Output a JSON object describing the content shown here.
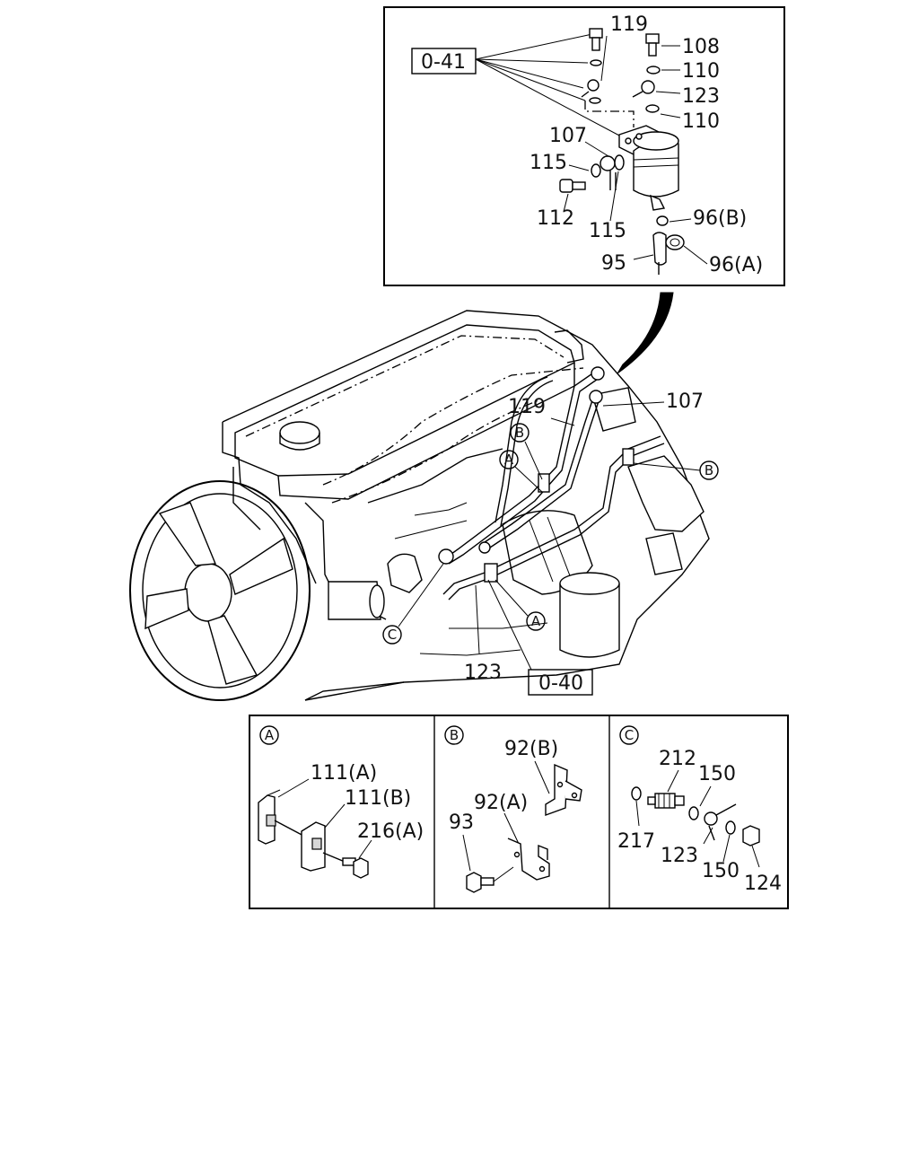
{
  "detail_top": {
    "ref_box": "0-41",
    "labels": {
      "p119": "119",
      "p108": "108",
      "p110a": "110",
      "p123": "123",
      "p110b": "110",
      "p107": "107",
      "p115a": "115",
      "p112": "112",
      "p115b": "115",
      "p96b": "96(B)",
      "p95": "95",
      "p96a": "96(A)"
    }
  },
  "main": {
    "labels": {
      "p119": "119",
      "p107": "107",
      "p123": "123"
    },
    "ref_box": "0-40",
    "callouts": {
      "b1": "B",
      "a1": "A",
      "b2": "B",
      "a2": "A",
      "c1": "C"
    }
  },
  "panels": {
    "a": {
      "letter": "A",
      "labels": {
        "p111a": "111(A)",
        "p111b": "111(B)",
        "p216a": "216(A)"
      }
    },
    "b": {
      "letter": "B",
      "labels": {
        "p92b": "92(B)",
        "p92a": "92(A)",
        "p93": "93"
      }
    },
    "c": {
      "letter": "C",
      "labels": {
        "p212": "212",
        "p150a": "150",
        "p217": "217",
        "p123": "123",
        "p150b": "150",
        "p124": "124"
      }
    }
  }
}
